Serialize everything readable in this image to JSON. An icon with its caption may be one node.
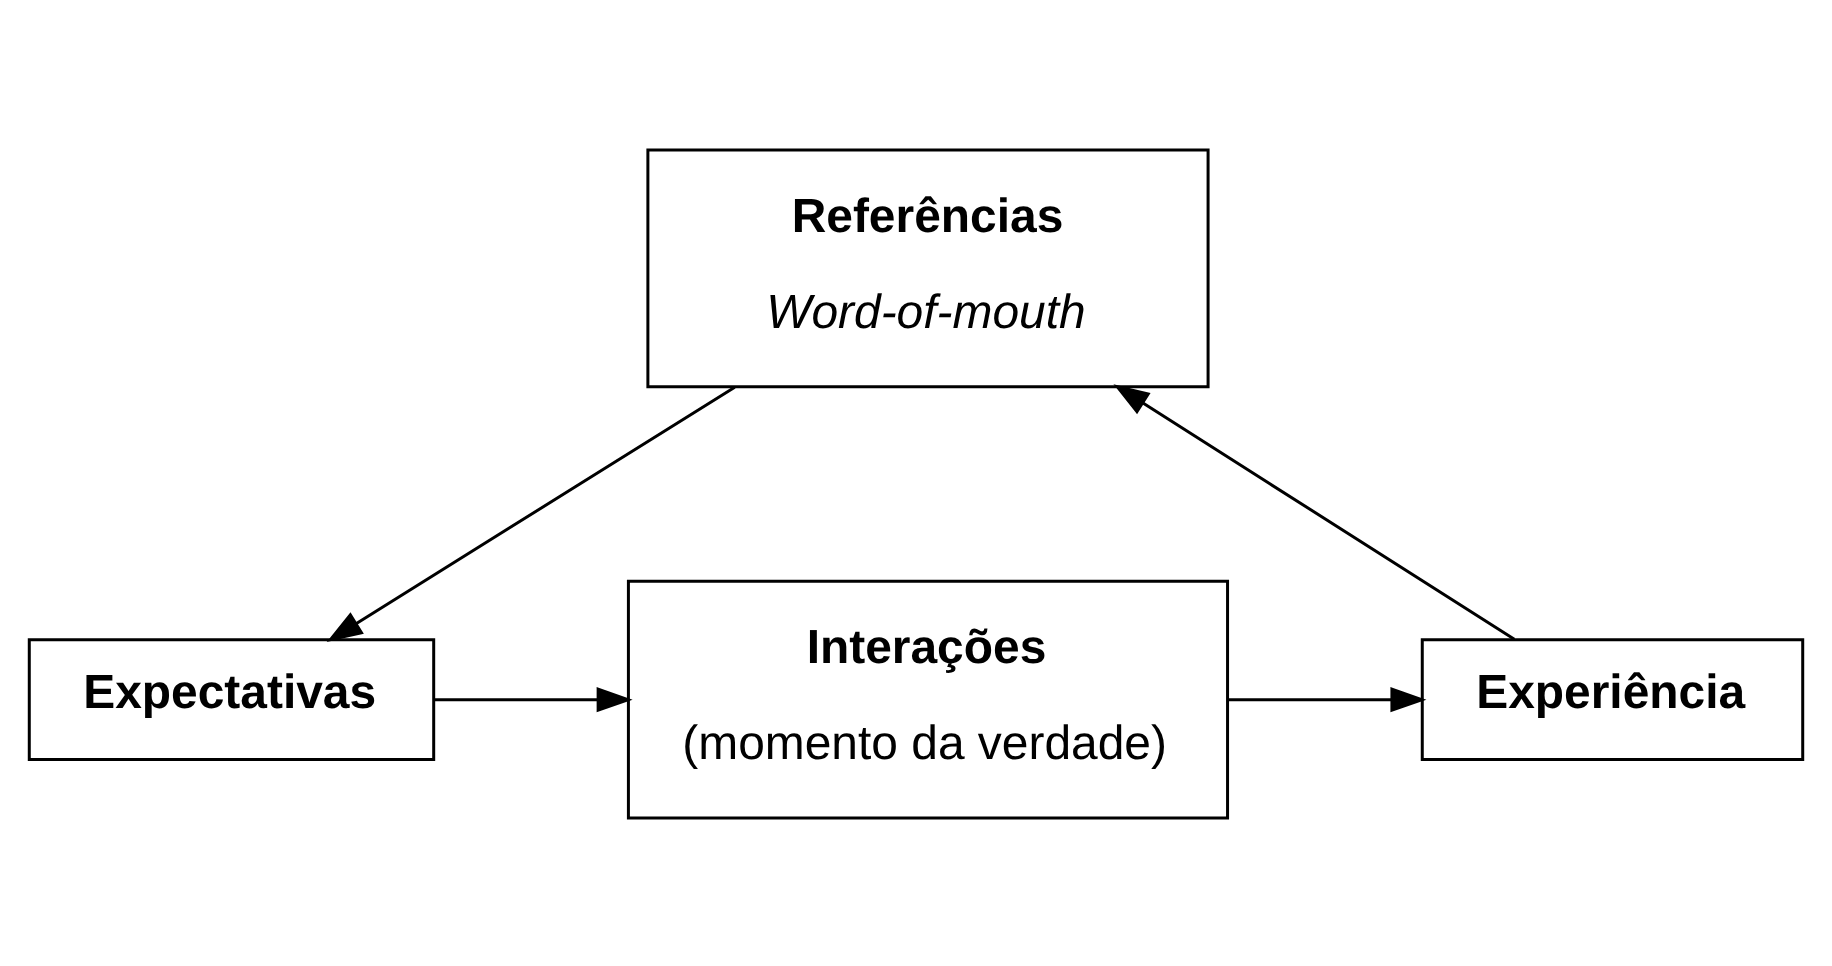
{
  "diagram": {
    "nodes": [
      {
        "text": [
          "Referências",
          "Word-of-mouth"
        ]
      },
      {
        "text": [
          "Expectativas"
        ]
      },
      {
        "text": [
          "Interações",
          "(momento da verdade)"
        ]
      },
      {
        "text": [
          "Experiência"
        ]
      }
    ],
    "edges": [
      {
        "from": 0,
        "to": 1,
        "arrow": "to"
      },
      {
        "from": 1,
        "to": 2,
        "arrow": "to"
      },
      {
        "from": 2,
        "to": 3,
        "arrow": "to"
      },
      {
        "from": 3,
        "to": 0,
        "arrow": "to"
      }
    ]
  }
}
